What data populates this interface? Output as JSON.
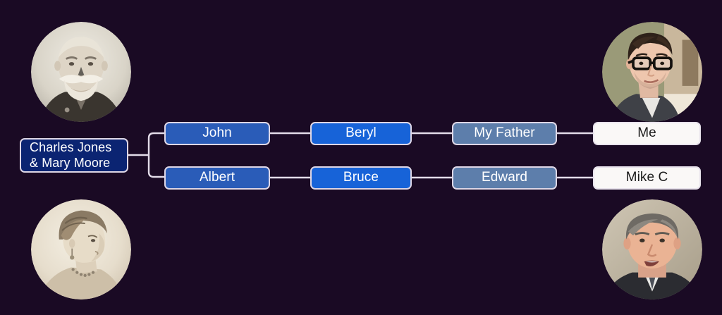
{
  "diagram": {
    "type": "family-tree",
    "background_color": "#1a0a24",
    "link_color": "#e3dce9",
    "generations": 5,
    "rows": [
      "upper",
      "lower"
    ]
  },
  "nodes": {
    "root": {
      "label_line1": "Charles Jones",
      "label_line2": "& Mary Moore",
      "fill": "#0b2472",
      "text_color": "#ffffff"
    },
    "gen1": [
      {
        "label": "John",
        "row": "upper",
        "fill": "#2a5cb8",
        "text_color": "#ffffff"
      },
      {
        "label": "Albert",
        "row": "lower",
        "fill": "#2a5cb8",
        "text_color": "#ffffff"
      }
    ],
    "gen2": [
      {
        "label": "Beryl",
        "row": "upper",
        "fill": "#1763d8",
        "text_color": "#ffffff"
      },
      {
        "label": "Bruce",
        "row": "lower",
        "fill": "#1763d8",
        "text_color": "#ffffff"
      }
    ],
    "gen3": [
      {
        "label": "My Father",
        "row": "upper",
        "fill": "#5d7eab",
        "text_color": "#ffffff"
      },
      {
        "label": "Edward",
        "row": "lower",
        "fill": "#5d7eab",
        "text_color": "#ffffff"
      }
    ],
    "gen4": [
      {
        "label": "Me",
        "row": "upper",
        "fill": "#faf8f7",
        "text_color": "#1b1b1b"
      },
      {
        "label": "Mike C",
        "row": "lower",
        "fill": "#faf8f7",
        "text_color": "#1b1b1b"
      }
    ]
  },
  "portraits": [
    {
      "name": "portrait-charles-jones",
      "position": "top-left",
      "style": "vintage-black-and-white",
      "description": "Elderly man with large white beard and moustache, dark jacket"
    },
    {
      "name": "portrait-mary-moore",
      "position": "bottom-left",
      "style": "vintage-sepia",
      "description": "Victorian woman in profile with upswept hair, earring and beaded necklace"
    },
    {
      "name": "portrait-me",
      "position": "top-right",
      "style": "modern-color",
      "description": "Young man with dark hair and black-framed glasses"
    },
    {
      "name": "portrait-mike-c",
      "position": "bottom-right",
      "style": "modern-color",
      "description": "Middle-aged man with greying hair in dark suit"
    }
  ]
}
